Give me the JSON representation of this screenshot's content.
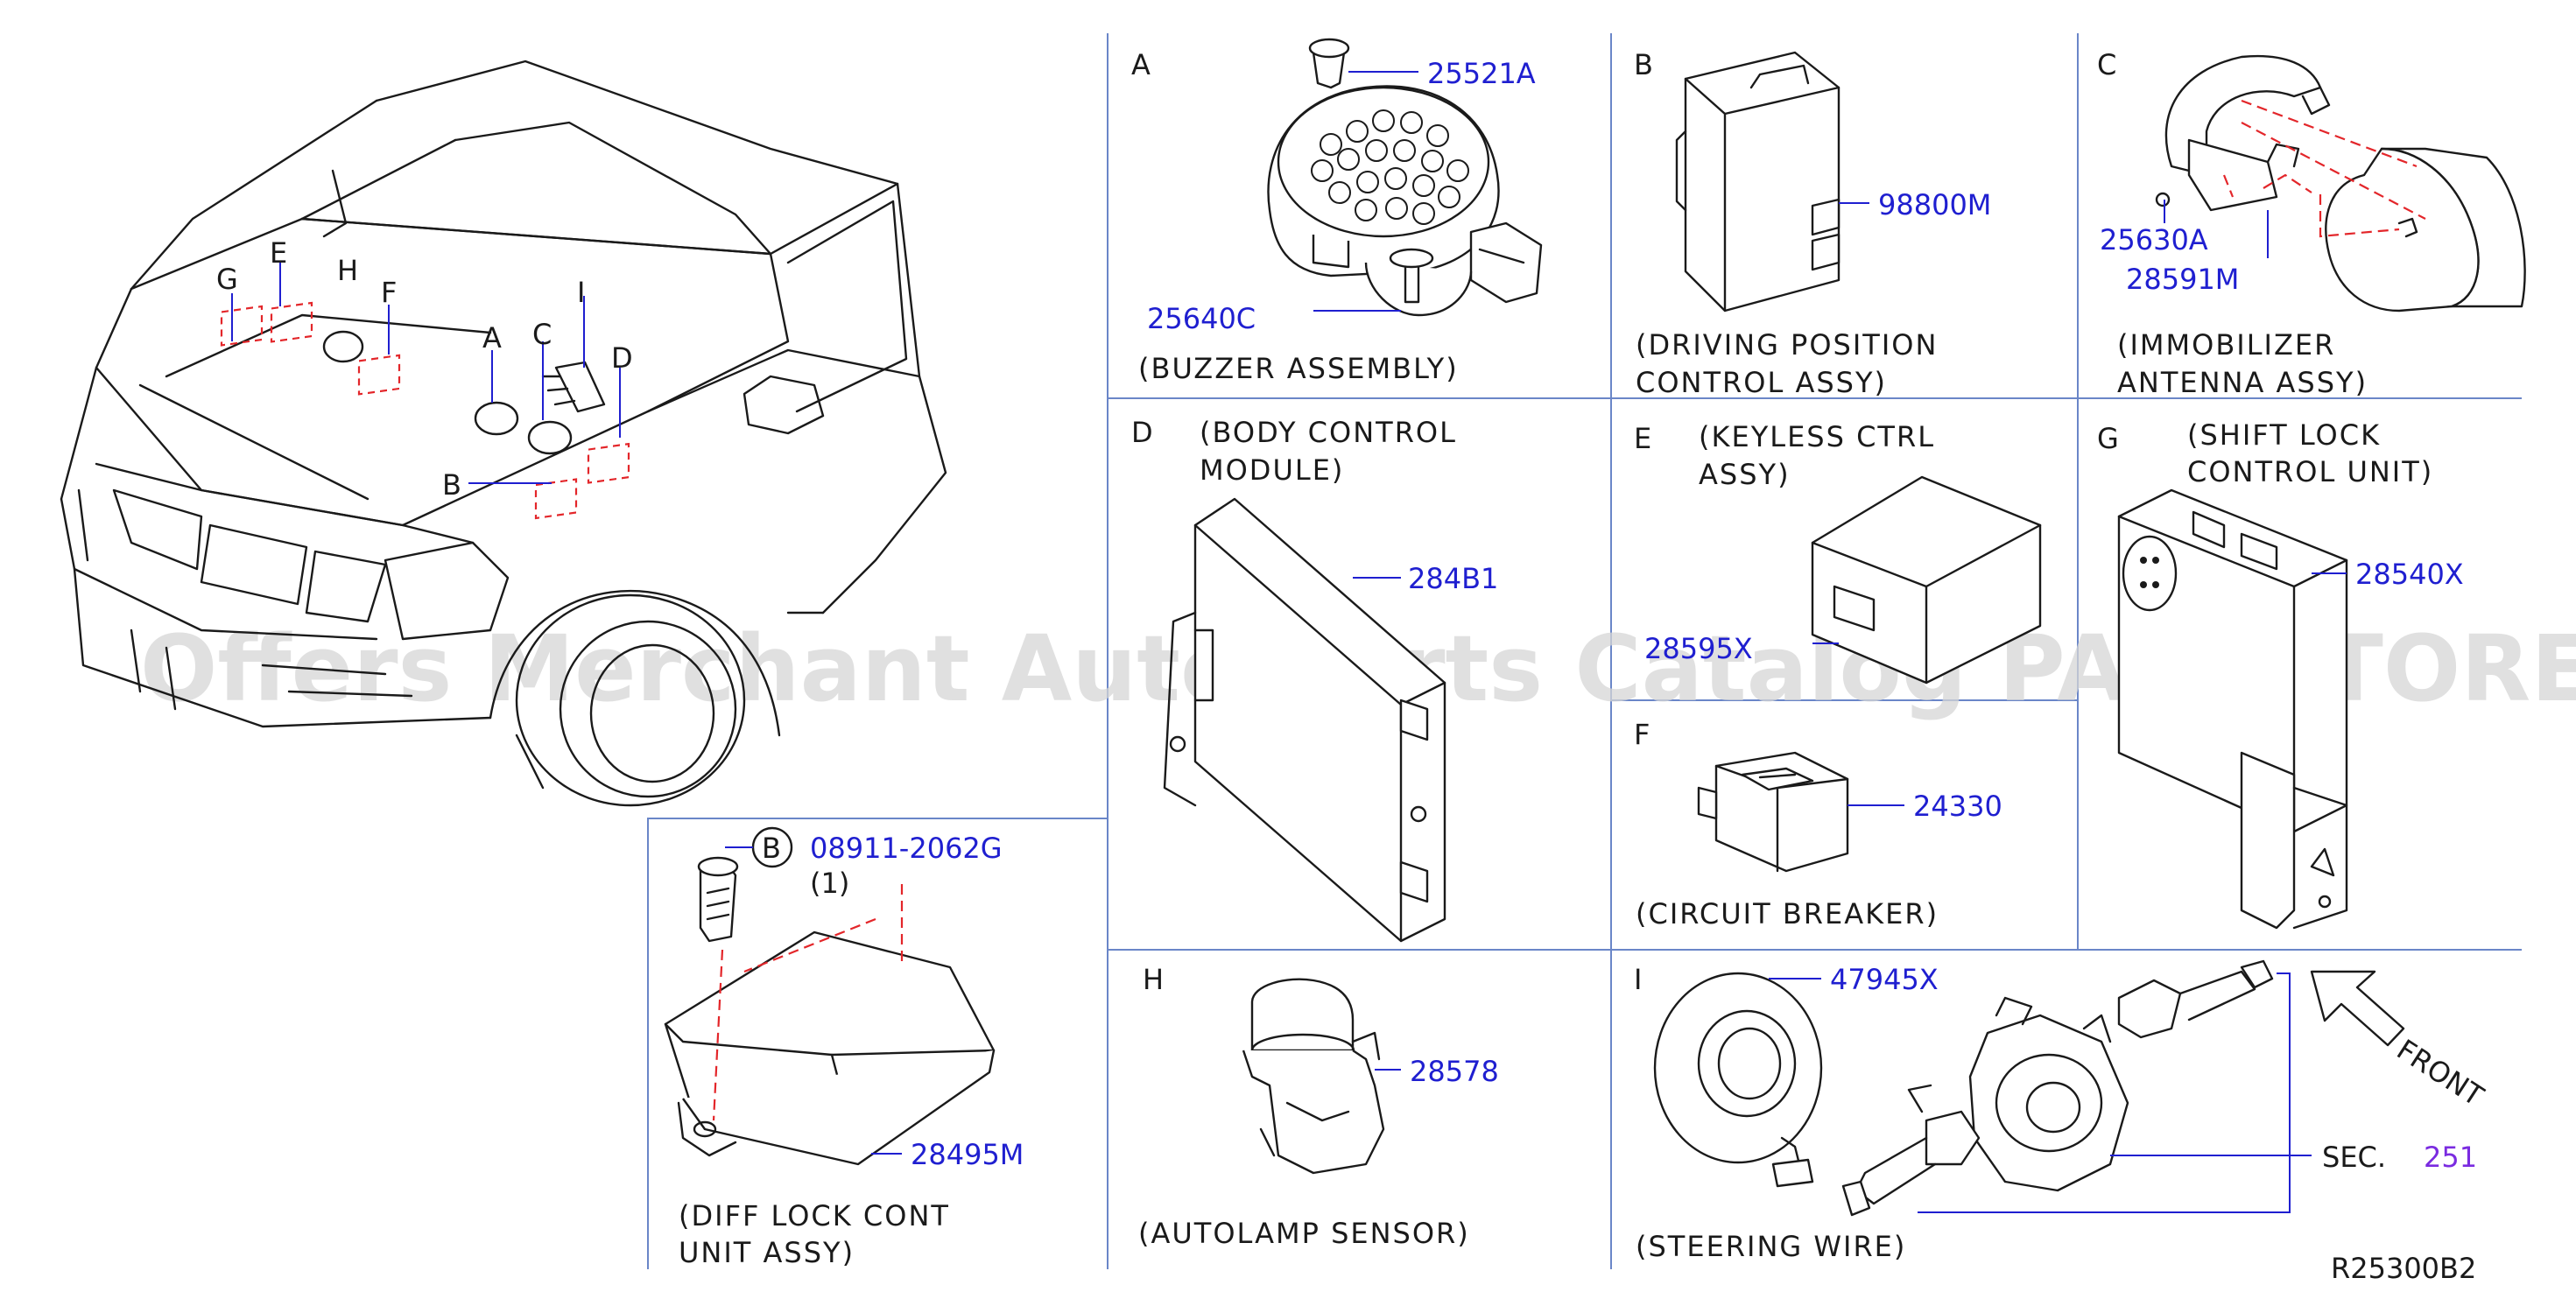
{
  "watermark": "Offers Merchant Auto Parts Catalog PARTSTORE SA",
  "diagram_code": "R25300B2",
  "vehicle_callouts": [
    "G",
    "E",
    "H",
    "F",
    "A",
    "C",
    "I",
    "D",
    "B"
  ],
  "panels": {
    "A": {
      "letter": "A",
      "parts": [
        "25521A",
        "25640C"
      ],
      "caption": [
        "(BUZZER  ASSEMBLY)"
      ]
    },
    "B": {
      "letter": "B",
      "parts": [
        "98800M"
      ],
      "caption": [
        "(DRIVING  POSITION",
        " CONTROL  ASSY)"
      ]
    },
    "C": {
      "letter": "C",
      "parts": [
        "25630A",
        "28591M"
      ],
      "caption": [
        "(IMMOBILIZER",
        "ANTENNA  ASSY)"
      ]
    },
    "D": {
      "letter": "D",
      "parts": [
        "284B1"
      ],
      "caption": [
        "(BODY  CONTROL",
        "MODULE)"
      ]
    },
    "E": {
      "letter": "E",
      "parts": [
        "28595X"
      ],
      "caption": [
        "(KEYLESS  CTRL",
        "ASSY)"
      ]
    },
    "F": {
      "letter": "F",
      "parts": [
        "24330"
      ],
      "caption": [
        "(CIRCUIT  BREAKER)"
      ]
    },
    "G": {
      "letter": "G",
      "parts": [
        "28540X"
      ],
      "caption": [
        "(SHIFT  LOCK",
        "CONTROL  UNIT)"
      ]
    },
    "H": {
      "letter": "H",
      "parts": [
        "28578"
      ],
      "caption": [
        "(AUTOLAMP  SENSOR)"
      ]
    },
    "I": {
      "letter": "I",
      "parts": [
        "47945X"
      ],
      "caption": [
        "(STEERING  WIRE)"
      ],
      "sec_label": "SEC.",
      "sec_number": "251",
      "front_label": "FRONT"
    },
    "diff": {
      "bolt_callout": "B",
      "parts": [
        "08911-2062G",
        "28495M"
      ],
      "quantity": "(1)",
      "caption": [
        "(DIFF  LOCK  CONT",
        "UNIT  ASSY)"
      ]
    }
  }
}
